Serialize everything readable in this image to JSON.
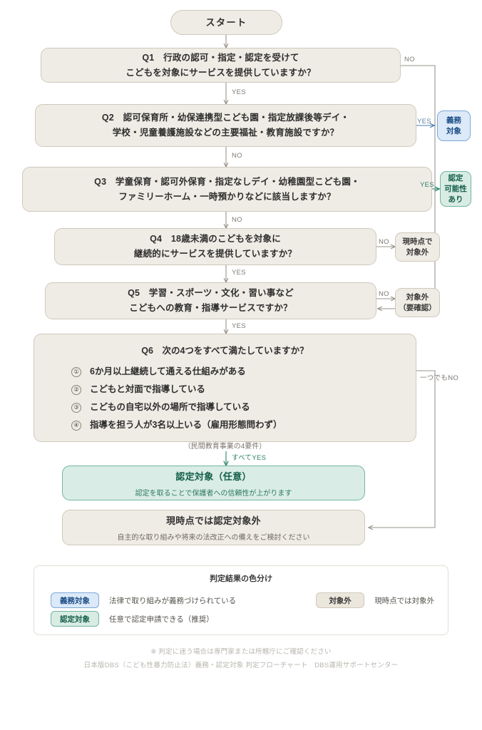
{
  "title": "日本版DBS（こども性暴力防止法）義務・認定対象 判定フローチャート",
  "colors": {
    "node_fill": "#efece5",
    "node_border": "#cfc9bd",
    "obligation_fill": "#dce9f8",
    "obligation_border": "#7ba7d7",
    "certify_fill": "#d8ece4",
    "certify_border": "#6fb5a0",
    "arrow_gray": "#9a948b",
    "arrow_blue": "#4a7fb5",
    "arrow_teal": "#3f8f77"
  },
  "start": {
    "label": "スタート"
  },
  "questions": {
    "q1": {
      "line1": "Q1　行政の認可・指定・認定を受けて",
      "line2": "こどもを対象にサービスを提供していますか？"
    },
    "q2": {
      "line1": "Q2　認可保育所・幼保連携型こども園・指定放課後等デイ・",
      "line2": "学校・児童養護施設などの主要福祉・教育施設ですか？"
    },
    "q3": {
      "line1": "Q3　学童保育・認可外保育・指定なしデイ・幼稚園型こども園・",
      "line2": "ファミリーホーム・一時預かりなどに該当しますか？"
    },
    "q4": {
      "line1": "Q4　18歳未満のこどもを対象に",
      "line2": "継続的にサービスを提供していますか？"
    },
    "q5": {
      "line1": "Q5　学習・スポーツ・文化・習い事など",
      "line2": "こどもへの教育・指導サービスですか？"
    },
    "q6": {
      "title": "Q6　次の4つをすべて満たしていますか？",
      "items": [
        {
          "num": "①",
          "text": "6か月以上継続して通える仕組みがある"
        },
        {
          "num": "②",
          "text": "こどもと対面で指導している"
        },
        {
          "num": "③",
          "text": "こどもの自宅以外の場所で指導している"
        },
        {
          "num": "④",
          "text": "指導を担う人が3名以上いる（雇用形態問わず）"
        }
      ],
      "note": "（民間教育事業の4要件）"
    }
  },
  "side_results": {
    "obligation": {
      "line1": "義務",
      "line2": "対象"
    },
    "certifiable": {
      "line1": "認定",
      "line2": "可能性",
      "line3": "あり"
    },
    "out_now": {
      "line1": "現時点で",
      "line2": "対象外"
    },
    "out_check": {
      "line1": "対象外",
      "line2": "（要確認）"
    }
  },
  "outcomes": {
    "certified": {
      "title": "認定対象（任意）",
      "subtitle": "認定を取ることで保護者への信頼性が上がります"
    },
    "not_target": {
      "title": "現時点では認定対象外",
      "subtitle": "自主的な取り組みや将来の法改正への備えをご検討ください"
    }
  },
  "edge_labels": {
    "q1_no": "NO",
    "q1_yes": "YES",
    "q2_yes": "YES",
    "q2_no": "NO",
    "q3_yes": "YES",
    "q3_no": "NO",
    "q4_no": "NO",
    "q4_yes": "YES",
    "q5_no": "NO",
    "q5_yes": "YES",
    "q6_all_yes": "すべてYES",
    "q6_any_no": "一つでもNO"
  },
  "legend": {
    "title": "判定結果の色分け",
    "rows": [
      {
        "chip": "義務対象",
        "chip_style": "blue",
        "desc": "法律で取り組みが義務づけられている",
        "chip2": "対象外",
        "chip2_style": "beige",
        "desc2": "現時点では対象外"
      },
      {
        "chip": "認定対象",
        "chip_style": "green",
        "desc": "任意で認定申請できる（推奨）",
        "chip2": "",
        "chip2_style": "",
        "desc2": ""
      }
    ]
  },
  "footer": {
    "line1": "※ 判定に迷う場合は専門家または所轄庁にご確認ください",
    "line2": "日本版DBS（こども性暴力防止法）義務・認定対象 判定フローチャート　DBS運用サポートセンター"
  }
}
